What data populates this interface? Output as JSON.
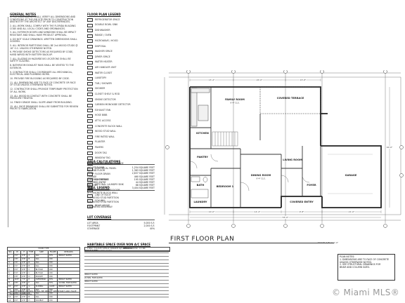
{
  "general_notes": {
    "heading": "GENERAL NOTES",
    "paragraphs": [
      "THE CONTRACTOR SHALL VERIFY ALL DIMENSIONS AND CONDITIONS AT THE JOB SITE PRIOR TO CONSTRUCTION AND NOTIFY THE ARCHITECT OF ANY DISCREPANCIES.",
      "ALL WORK SHALL COMPLY WITH THE FLORIDA BUILDING CODE AND ALL LOCAL CODES AND ORDINANCES.",
      "ALL EXTERIOR DOORS AND WINDOWS SHALL BE IMPACT RESISTANT AND SHALL HAVE PRODUCT APPROVAL.",
      "DO NOT SCALE DRAWINGS. WRITTEN DIMENSIONS SHALL GOVERN.",
      "ALL INTERIOR PARTITIONS SHALL BE 2x4 WOOD STUDS @ 16\" O.C. UNLESS OTHERWISE NOTED.",
      "PROVIDE SMOKE DETECTORS AS REQUIRED BY CODE, HARD WIRED WITH BATTERY BACK-UP.",
      "ALL GLAZING IN HAZARDOUS LOCATIONS SHALL BE SAFETY GLAZING.",
      "BATHROOM EXHAUST FANS SHALL BE VENTED TO THE EXTERIOR.",
      "CONTRACTOR SHALL COORDINATE ALL MECHANICAL, ELECTRICAL AND PLUMBING WORK.",
      "PROVIDE FIRE BLOCKING AS REQUIRED BY CODE.",
      "ALL DIMENSIONS ARE TO FACE OF CONCRETE OR FACE OF STUD UNLESS OTHERWISE NOTED.",
      "CONTRACTOR SHALL PROVIDE TEMPORARY PROTECTION OF ALL WORK.",
      "ALL WOOD IN CONTACT WITH CONCRETE SHALL BE PRESSURE TREATED.",
      "FINISH GRADE SHALL SLOPE AWAY FROM BUILDING.",
      "ALL SHOP DRAWINGS SHALL BE SUBMITTED FOR REVIEW PRIOR TO FABRICATION."
    ]
  },
  "legend": {
    "heading": "FLOOR PLAN LEGEND",
    "items": [
      "REFRIGERATOR SPACE",
      "DOUBLE BOWL SINK",
      "DISHWASHER",
      "RANGE / OVEN",
      "MICROWAVE / HOOD",
      "DISPOSAL",
      "WASHER SPACE",
      "DRYER SPACE",
      "WATER HEATER",
      "AIR HANDLER UNIT",
      "WATER CLOSET",
      "LAVATORY",
      "TUB / SHOWER",
      "SHOWER",
      "CLOSET SHELF & ROD",
      "SMOKE DETECTOR",
      "CARBON MONOXIDE DETECTOR",
      "EXHAUST FAN",
      "HOSE BIBB",
      "ATTIC ACCESS",
      "CONCRETE BLOCK WALL",
      "WOOD STUD WALL",
      "FIRE RATED WALL",
      "PLANTER",
      "PAVERS",
      "DOOR TAG",
      "WINDOW TAG",
      "CEILING HEIGHT CHANGE",
      "ELECTRICAL PANEL",
      "FLOOR DRAIN",
      "GAS METER",
      "OPTIONAL LAUNDRY SINK",
      "LINE OF UPPER FLOOR",
      "LINE OF ROOF",
      "COLUMN",
      "BEAM ABOVE"
    ]
  },
  "area_calculations": {
    "heading": "AREA CALCULATIONS",
    "rows": [
      {
        "label": "A/C 1ST FLOOR",
        "value": "1,254 SQUARE FEET"
      },
      {
        "label": "A/C 2ND FLOOR",
        "value": "1,383 SQUARE FEET"
      },
      {
        "label": "TOTAL",
        "value": "2,637 SQUARE FEET"
      },
      {
        "label": "GARAGE",
        "value": "460 SQUARE FEET"
      },
      {
        "label": "COVERED TERRACE",
        "value": "195 SQUARE FEET"
      },
      {
        "label": "COVERED ENTRY",
        "value": "44 SQUARE FEET"
      },
      {
        "label": "BALCONY",
        "value": "68 SQUARE FEET"
      },
      {
        "label": "TOTAL",
        "value": "3,404 SQUARE FEET"
      }
    ]
  },
  "wall_legend": {
    "heading": "WALL LEGEND",
    "items": [
      "8\" CONCRETE BLOCK WALL",
      "2x4 WOOD STUD PARTITION",
      "2x6 WOOD STUD PARTITION",
      "FIRE RATED ASSEMBLY"
    ]
  },
  "lot_coverage": {
    "heading": "LOT COVERAGE",
    "rows": [
      {
        "label": "LOT AREA",
        "value": "5,000 S.F."
      },
      {
        "label": "FOOTPRINT",
        "value": "2,000 S.F."
      },
      {
        "label": "COVERAGE",
        "value": "40%"
      }
    ]
  },
  "habitable": {
    "heading": "HABITABLE SPACE OVER NON A/C SPACE",
    "text": "FIRST FLOOR SPACE UNDER A/C AREA ABOVE TO BE INSULATED PER CODE"
  },
  "door_schedule": {
    "title": "DOOR TYPE",
    "cols": [
      "NO.",
      "W",
      "H",
      "TYPE",
      "SIZE",
      "FRAME",
      "REMARKS"
    ],
    "rows": [
      [
        "1",
        "3'0\"",
        "6'8\"",
        "A",
        "SGL",
        "MTL",
        "IMPACT RATED"
      ],
      [
        "2",
        "2'8\"",
        "6'8\"",
        "B",
        "SGL",
        "WD",
        ""
      ],
      [
        "3",
        "2'6\"",
        "6'8\"",
        "B",
        "SGL",
        "WD",
        ""
      ],
      [
        "4",
        "2'4\"",
        "6'8\"",
        "B",
        "SGL",
        "WD",
        ""
      ],
      [
        "5",
        "4'0\"",
        "6'8\"",
        "C",
        "BI-FOLD",
        "WD",
        ""
      ],
      [
        "6",
        "5'0\"",
        "6'8\"",
        "C",
        "BI-FOLD",
        "WD",
        ""
      ],
      [
        "7",
        "2'8\"",
        "6'8\"",
        "D",
        "POCKET",
        "WD",
        ""
      ],
      [
        "8",
        "16'0\"",
        "7'0\"",
        "E",
        "OVERHEAD",
        "MTL",
        "IMPACT RATED"
      ],
      [
        "9",
        "2'8\"",
        "6'8\"",
        "F",
        "SGL",
        "MTL",
        "20 MIN. FIRE RATED"
      ],
      [
        "10",
        "6'0\"",
        "6'8\"",
        "G",
        "SLIDING",
        "ALUM",
        "IMPACT RATED"
      ],
      [
        "11",
        "3'0\"",
        "6'8\"",
        "B",
        "SGL",
        "WD",
        ""
      ],
      [
        "12",
        "2'6\"",
        "6'8\"",
        "B",
        "SGL",
        "WD",
        ""
      ],
      [
        "13",
        "2'0\"",
        "6'8\"",
        "B",
        "SGL",
        "WD",
        ""
      ],
      [
        "14",
        "4'0\"",
        "6'8\"",
        "H",
        "DOUBLE",
        "WD",
        ""
      ]
    ],
    "note": "ALL EXTERIOR DOORS SHALL BE IMPACT RESISTANT AND HAVE PRODUCT APPROVAL"
  },
  "remarks": {
    "heading": "REMARKS"
  },
  "plan": {
    "title": "FIRST FLOOR PLAN",
    "scale": "SCALE: 1/4\" = 1'-0\"",
    "rooms": {
      "family": "FAMILY ROOM",
      "covered_terrace": "COVERED TERRACE",
      "kitchen": "KITCHEN",
      "dining": "DINING ROOM",
      "living": "LIVING ROOM",
      "bedroom": "BEDROOM 1",
      "garage": "GARAGE",
      "foyer": "FOYER",
      "bath": "BATH",
      "laundry": "LAUNDRY",
      "entry": "COVERED ENTRY",
      "pantry": "PANTRY"
    },
    "sub": "9'-4\" CLG.",
    "dims_top": [
      "13'-4\"",
      "20'-0\"",
      "15'-8\""
    ],
    "dims_bottom": [
      "10'-0\"",
      "12'-4\"",
      "9'-8\"",
      "21'-0\""
    ],
    "overall": "53'-0\"",
    "side_dim": "40'-0\""
  },
  "notebox": {
    "lines": [
      "PLAN NOTES:",
      "1. DIMENSIONS ARE TO FACE OF CONCRETE",
      "   UNLESS OTHERWISE NOTED.",
      "2. SEE STRUCTURAL DRAWINGS FOR",
      "   BEAM AND COLUMN SIZES."
    ]
  },
  "watermark": "© Miami MLS®"
}
